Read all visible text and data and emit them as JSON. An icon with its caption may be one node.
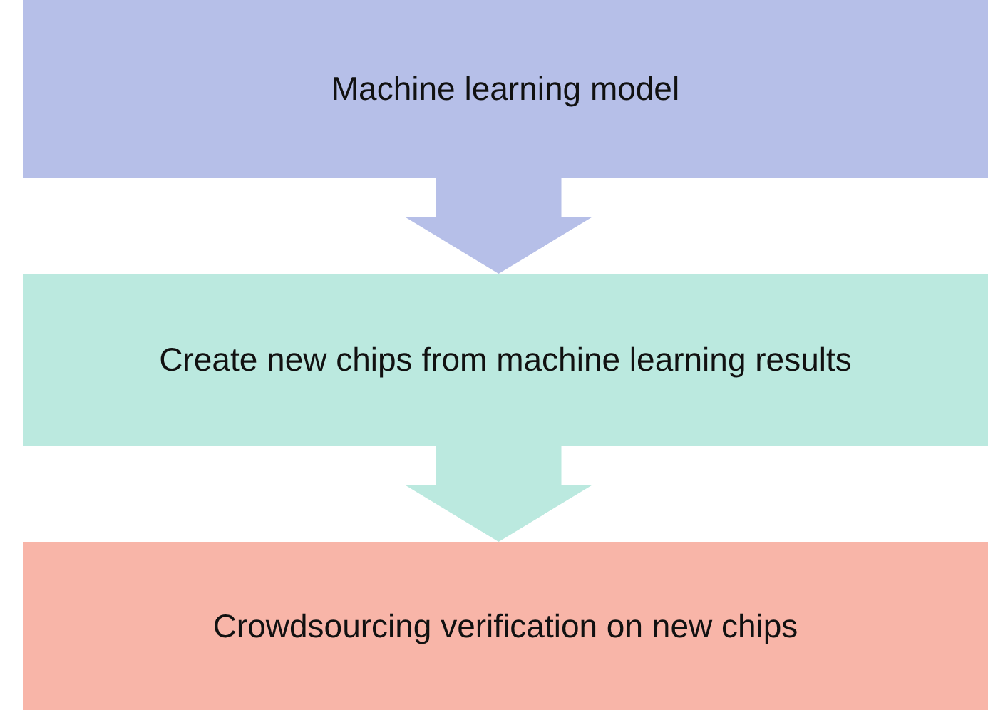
{
  "diagram": {
    "nodes": [
      {
        "text": [
          "Machine learning model"
        ]
      },
      {
        "text": [
          "Create new chips from machine learning results"
        ]
      },
      {
        "text": [
          "Crowdsourcing verification on new chips"
        ]
      }
    ],
    "edges": [
      {
        "from": 0,
        "to": 1,
        "arrow": "to"
      },
      {
        "from": 1,
        "to": 2,
        "arrow": "to"
      }
    ]
  }
}
